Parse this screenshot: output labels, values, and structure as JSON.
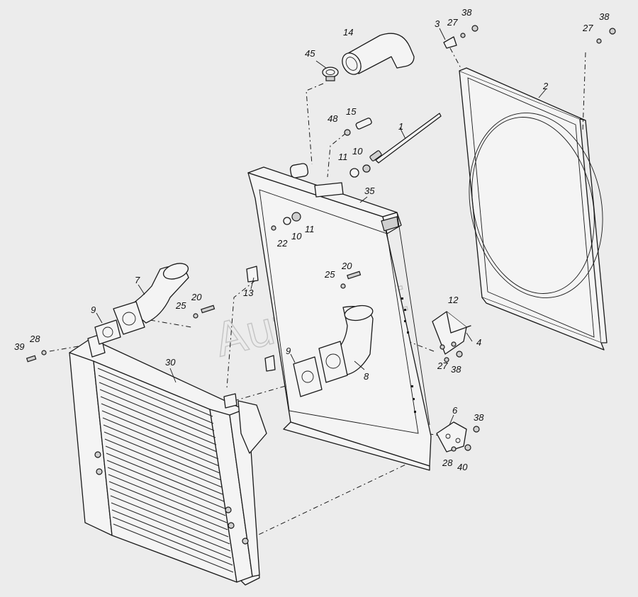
{
  "watermark": "AutoSoft",
  "labels": {
    "p1": "1",
    "p2": "2",
    "p3": "3",
    "p4": "4",
    "p6": "6",
    "p7": "7",
    "p8": "8",
    "p9a": "9",
    "p9b": "9",
    "p10a": "10",
    "p10b": "10",
    "p11a": "11",
    "p11b": "11",
    "p12": "12",
    "p13": "13",
    "p14": "14",
    "p15": "15",
    "p20a": "20",
    "p20b": "20",
    "p22": "22",
    "p25a": "25",
    "p25b": "25",
    "p27a": "27",
    "p27b": "27",
    "p27c": "27",
    "p28a": "28",
    "p28b": "28",
    "p30": "30",
    "p35": "35",
    "p38a": "38",
    "p38b": "38",
    "p38c": "38",
    "p38d": "38",
    "p39": "39",
    "p40": "40",
    "p45": "45",
    "p48": "48"
  },
  "colors": {
    "background": "#ececec",
    "line": "#1a1a1a",
    "watermark": "#bdbdbd"
  }
}
